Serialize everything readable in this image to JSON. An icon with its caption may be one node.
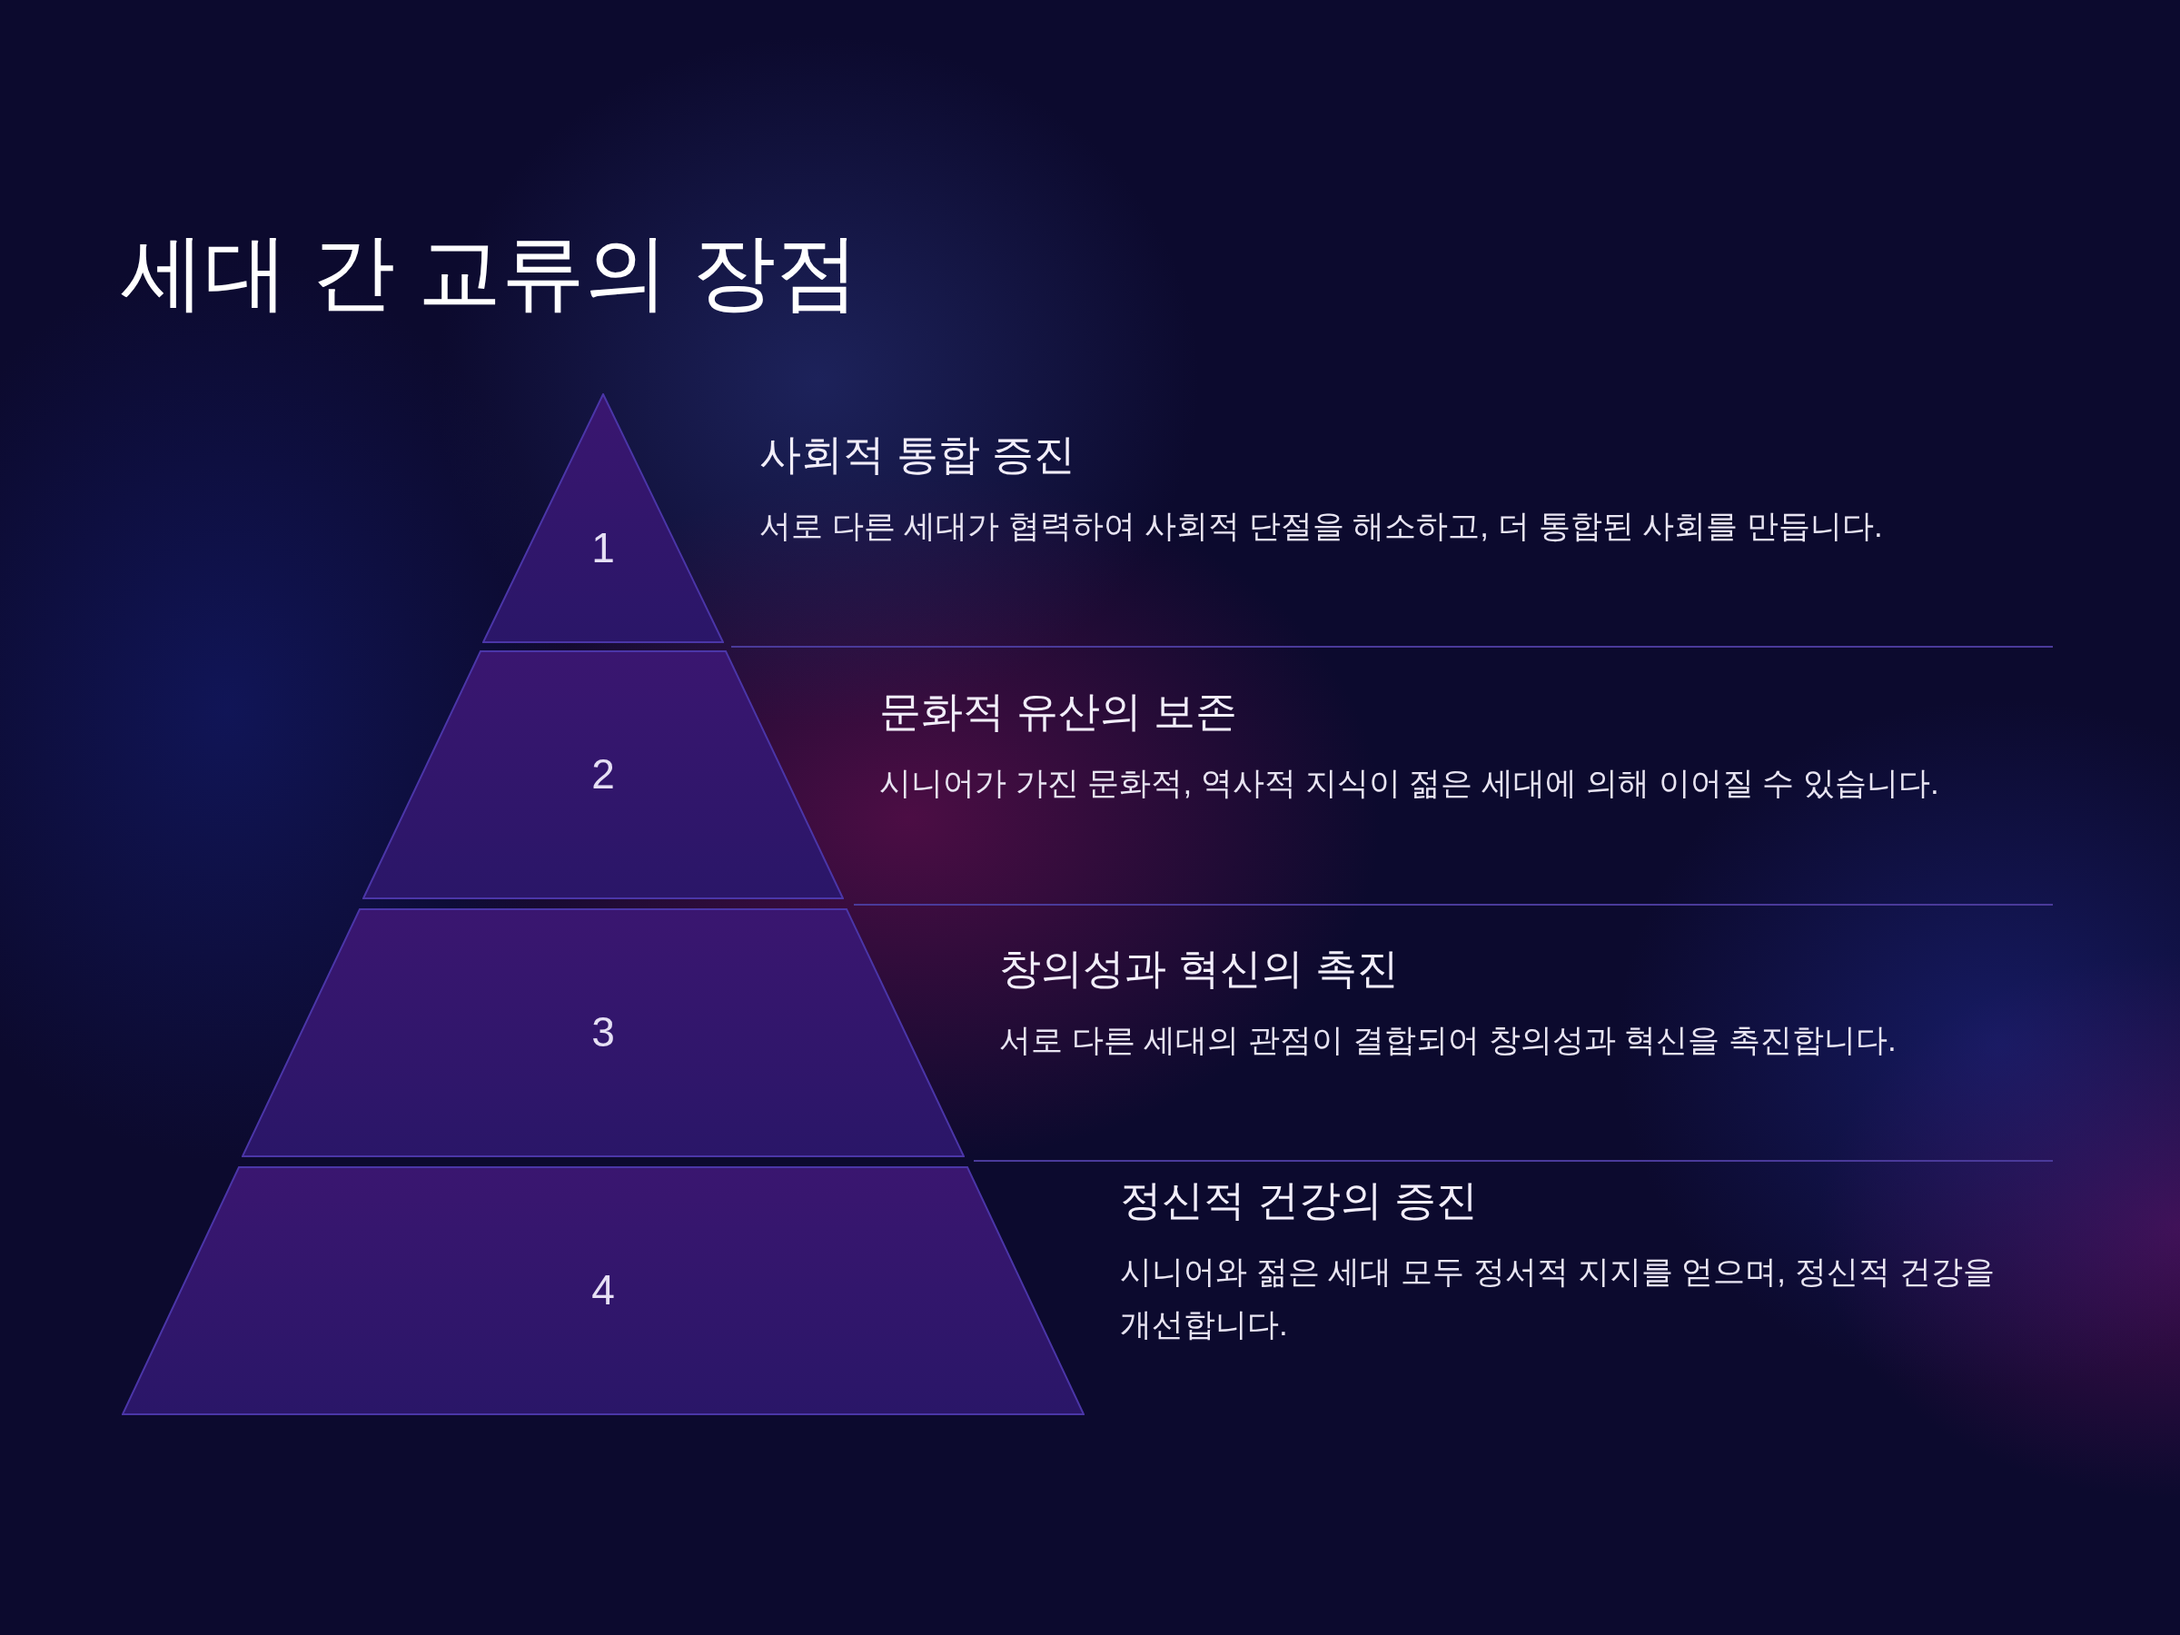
{
  "diagram": {
    "title": "세대 간 교류의 장점",
    "nodes": [
      {
        "text": [
          "1"
        ],
        "beside": [
          "사회적 통합 증진",
          "서로 다른 세대가 협력하여 사회적 단절을 해소하고, 더 통합된 사회를 만듭니다."
        ]
      },
      {
        "text": [
          "2"
        ],
        "beside": [
          "문화적 유산의 보존",
          "시니어가 가진 문화적, 역사적 지식이 젊은 세대에 의해 이어질 수 있습니다."
        ]
      },
      {
        "text": [
          "3"
        ],
        "beside": [
          "창의성과 혁신의 촉진",
          "서로 다른 세대의 관점이 결합되어 창의성과 혁신을 촉진합니다."
        ]
      },
      {
        "text": [
          "4"
        ],
        "beside": [
          "정신적 건강의 증진",
          "시니어와 젊은 세대 모두 정서적 지지를 얻으며, 정신적 건강을 개선합니다."
        ]
      }
    ],
    "edges": []
  }
}
